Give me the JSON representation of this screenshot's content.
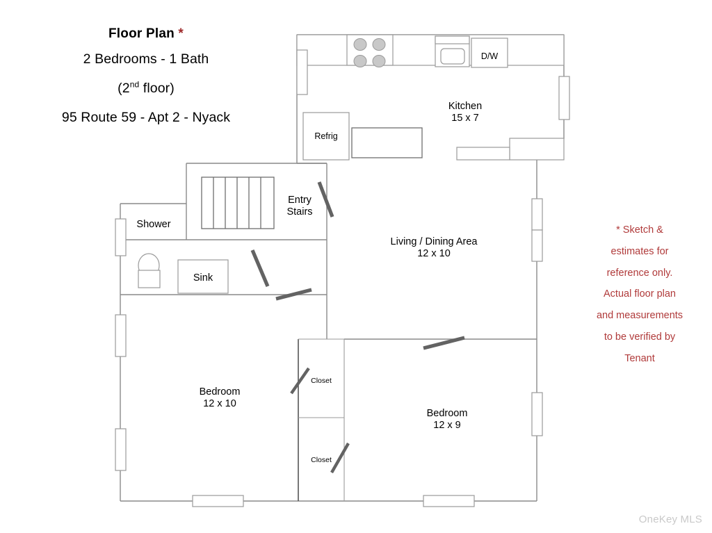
{
  "document": {
    "type": "floor-plan-sketch",
    "watermark": "OneKey MLS"
  },
  "header": {
    "title": "Floor Plan",
    "title_asterisk": "*",
    "line_beds_baths": "2 Bedrooms  -  1 Bath",
    "line_floor_pre": "(2",
    "line_floor_sup": "nd",
    "line_floor_post": " floor)",
    "line_address": "95 Route 59  -  Apt 2  -  Nyack"
  },
  "disclaimer": {
    "color": "#b03a3a",
    "lines": [
      "* Sketch &",
      "estimates for",
      "reference only.",
      "Actual floor plan",
      "and measurements",
      "to be verified by",
      "Tenant"
    ]
  },
  "rooms": [
    {
      "id": "kitchen",
      "name": "Kitchen",
      "dimensions": "15 x 7"
    },
    {
      "id": "living",
      "name": "Living / Dining Area",
      "dimensions": "12 x 10"
    },
    {
      "id": "bedroom1",
      "name": "Bedroom",
      "dimensions": "12 x 10"
    },
    {
      "id": "bedroom2",
      "name": "Bedroom",
      "dimensions": "12 x 9"
    }
  ],
  "areas": {
    "entry_stairs_line1": "Entry",
    "entry_stairs_line2": "Stairs",
    "shower": "Shower",
    "sink": "Sink",
    "refrig": "Refrig",
    "dishwasher": "D/W",
    "closet_upper": "Closet",
    "closet_lower": "Closet"
  },
  "colors": {
    "wall": "#8a8a8a",
    "wall_dark": "#555555",
    "door_swing": "#636363",
    "burner": "#c8c8c8",
    "accent_red": "#9e2a2b",
    "watermark": "#c9c9c9"
  },
  "counts": {
    "stair_treads": 6,
    "cooktop_burners": 4,
    "windows": 9,
    "doors": 6
  }
}
